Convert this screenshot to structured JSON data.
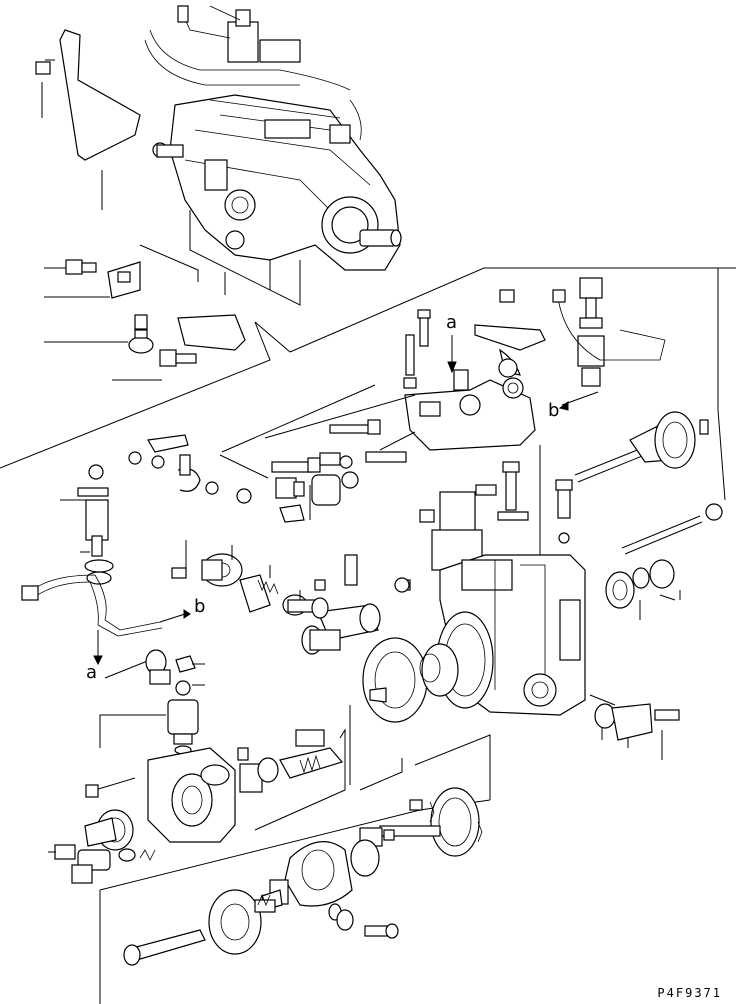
{
  "callouts": {
    "a_upper": "a",
    "b_right": "b",
    "b_left": "b",
    "a_left": "a"
  },
  "figure_code": "P4F9371"
}
